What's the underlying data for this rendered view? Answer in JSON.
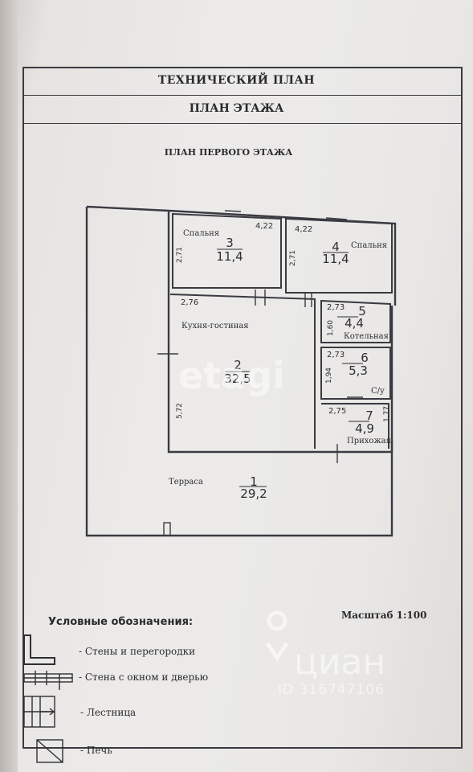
{
  "header": {
    "title": "ТЕХНИЧЕСКИЙ ПЛАН",
    "subtitle": "ПЛАН ЭТАЖА"
  },
  "floor_title": "ПЛАН ПЕРВОГО ЭТАЖА",
  "rooms": [
    {
      "number": "1",
      "area": "29,2",
      "name": "Терраса"
    },
    {
      "number": "2",
      "area": "32,5",
      "name": "Кухня-гостиная"
    },
    {
      "number": "3",
      "area": "11,4",
      "name": "Спальня"
    },
    {
      "number": "4",
      "area": "11,4",
      "name": "Спальня"
    },
    {
      "number": "5",
      "area": "4,4",
      "name": "Котельная"
    },
    {
      "number": "6",
      "area": "5,3",
      "name": "С/у"
    },
    {
      "number": "7",
      "area": "4,9",
      "name": "Прихожая"
    }
  ],
  "dimensions": {
    "bed3_width": "4,22",
    "bed3_height": "2,71",
    "bed4_width": "4,22",
    "bed4_height": "2,71",
    "kitchen_width": "2,76",
    "kitchen_height": "5,72",
    "boiler_width": "2,73",
    "boiler_height": "1,60",
    "wc_width": "2,73",
    "wc_height": "1,94",
    "hall_width": "2,75",
    "hall_height": "1,77"
  },
  "scale": "Масштаб 1:100",
  "legend": {
    "title": "Условные обозначения:",
    "items": [
      {
        "icon": "wall-symbol-icon",
        "label": "- Стены и перегородки"
      },
      {
        "icon": "window-door-wall-icon",
        "label": "- Стена с окном и дверью"
      },
      {
        "icon": "staircase-icon",
        "label": "- Лестница"
      },
      {
        "icon": "stove-icon",
        "label": "- Печь"
      }
    ]
  },
  "watermarks": {
    "etagi": "etagi",
    "cian": "циан",
    "cian_id": "ID 316747106"
  }
}
